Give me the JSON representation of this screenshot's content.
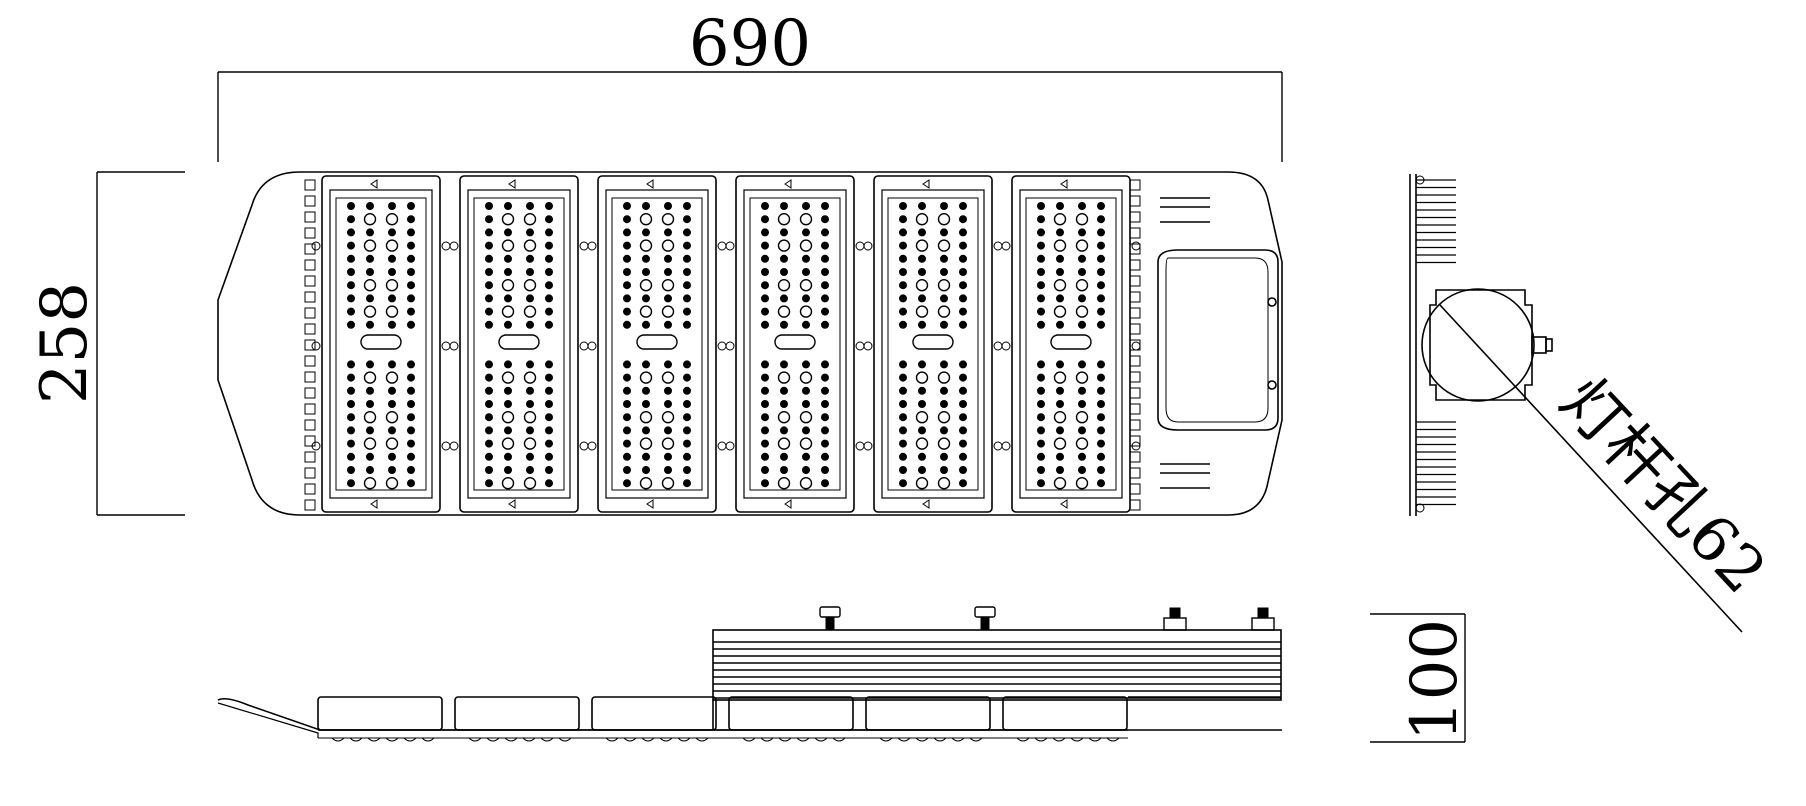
{
  "dimensions": {
    "length": "690",
    "width": "258",
    "height": "100",
    "pole_hole": "灯杆孔62"
  },
  "drawing": {
    "module_count": 6,
    "colors": {
      "ink": "#000000",
      "paper": "#ffffff"
    }
  }
}
